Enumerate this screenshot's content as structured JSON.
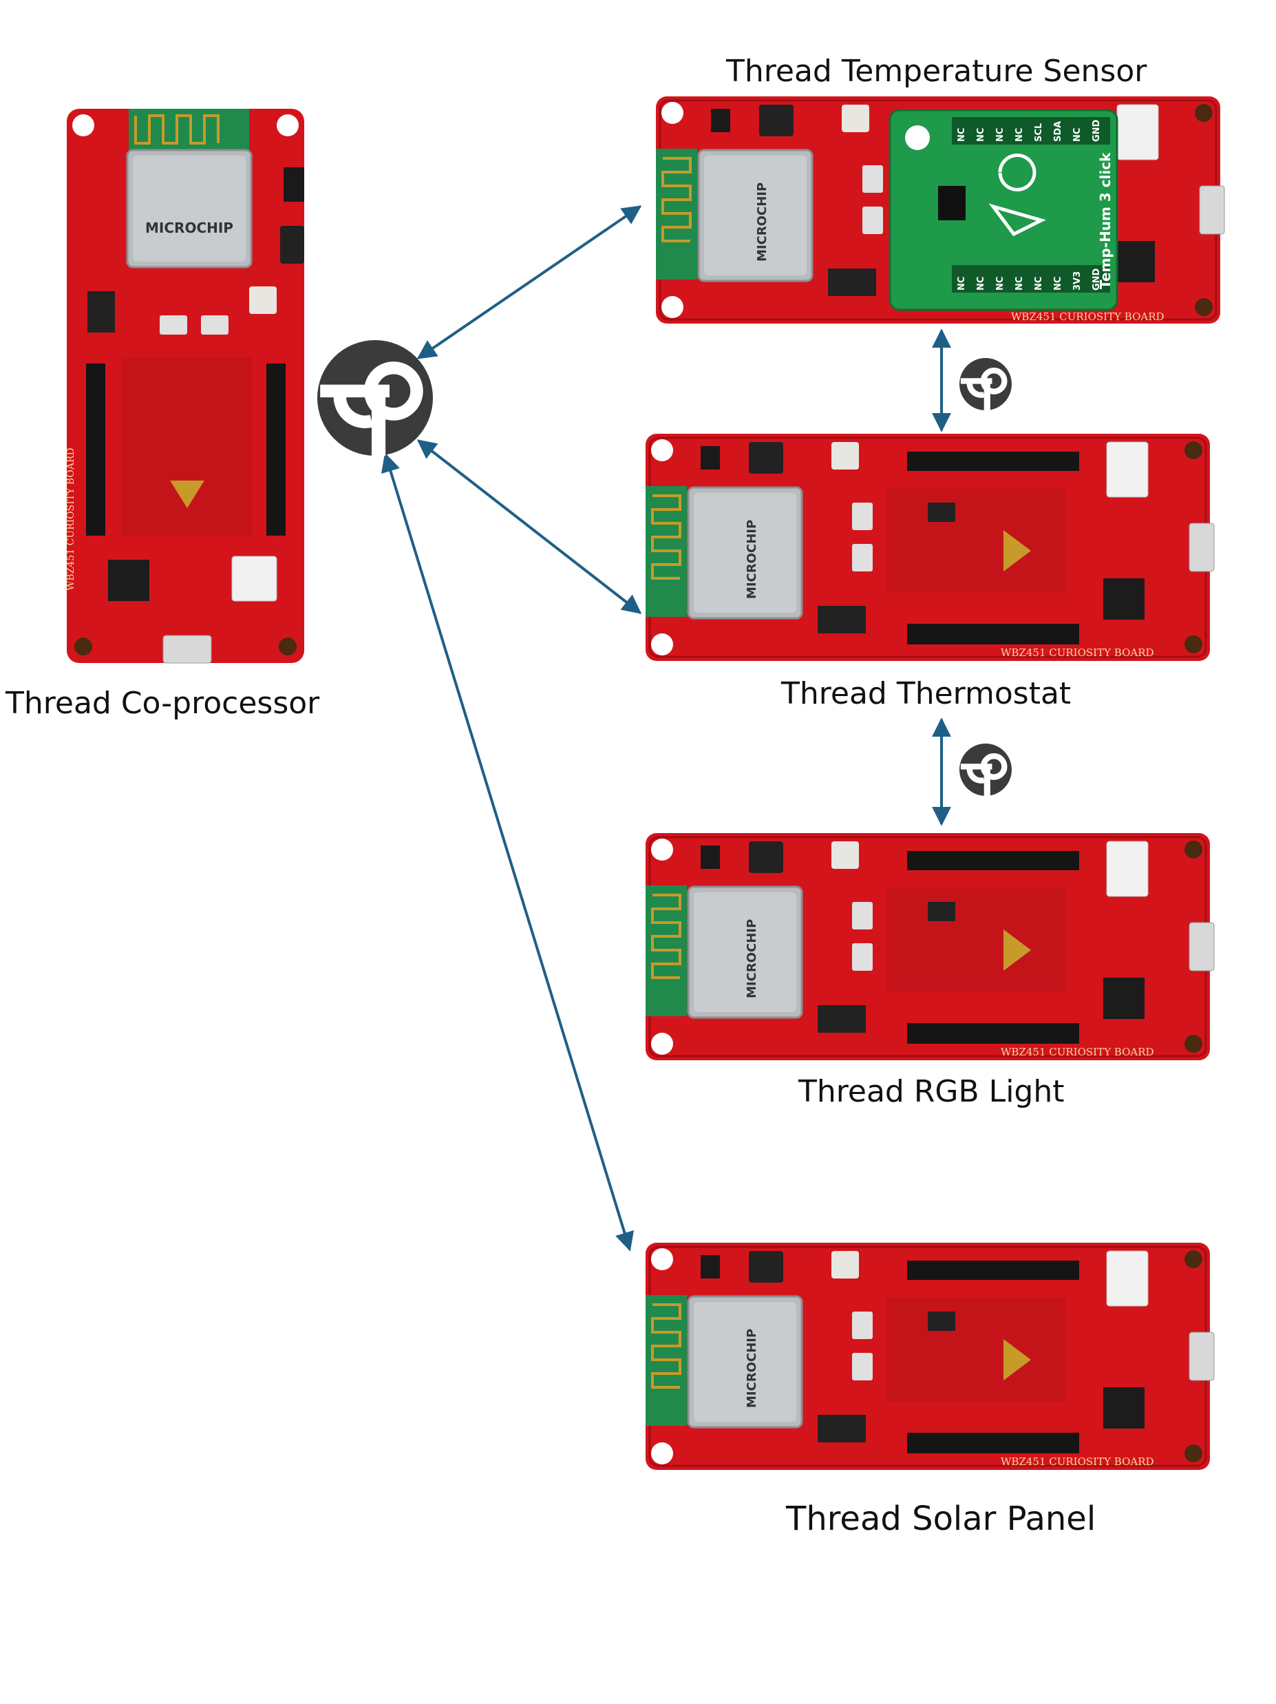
{
  "colors": {
    "board_red": "#d4141b",
    "board_red_dark": "#a30d12",
    "module_shield": "#b9bcbf",
    "antenna_green": "#1f8a4c",
    "sensor_click_green": "#1e9a4a",
    "arrow": "#1f5f86",
    "thread_logo": "#3b3b3b"
  },
  "nodes": {
    "coprocessor": {
      "label": "Thread Co-processor",
      "board_silkscreen": "WBZ451 CURIOSITY BOARD",
      "module_brand": "MICROCHIP"
    },
    "temp_sensor": {
      "label": "Thread Temperature Sensor",
      "board_silkscreen": "WBZ451 CURIOSITY BOARD",
      "module_brand": "MICROCHIP",
      "click_board": "Temp-Hum 3 click",
      "click_pins_top": [
        "NC",
        "NC",
        "NC",
        "NC",
        "SCL",
        "SDA",
        "NC",
        "GND"
      ],
      "click_pins_bottom": [
        "NC",
        "NC",
        "NC",
        "NC",
        "NC",
        "NC",
        "3V3",
        "GND"
      ]
    },
    "thermostat": {
      "label": "Thread Thermostat",
      "board_silkscreen": "WBZ451 CURIOSITY BOARD",
      "module_brand": "MICROCHIP"
    },
    "rgb_light": {
      "label": "Thread RGB Light",
      "board_silkscreen": "WBZ451 CURIOSITY BOARD",
      "module_brand": "MICROCHIP"
    },
    "solar_panel": {
      "label": "Thread Solar Panel",
      "board_silkscreen": "WBZ451 CURIOSITY BOARD",
      "module_brand": "MICROCHIP"
    }
  },
  "icons": {
    "hub": "thread-logo-icon",
    "link": "thread-logo-icon"
  }
}
